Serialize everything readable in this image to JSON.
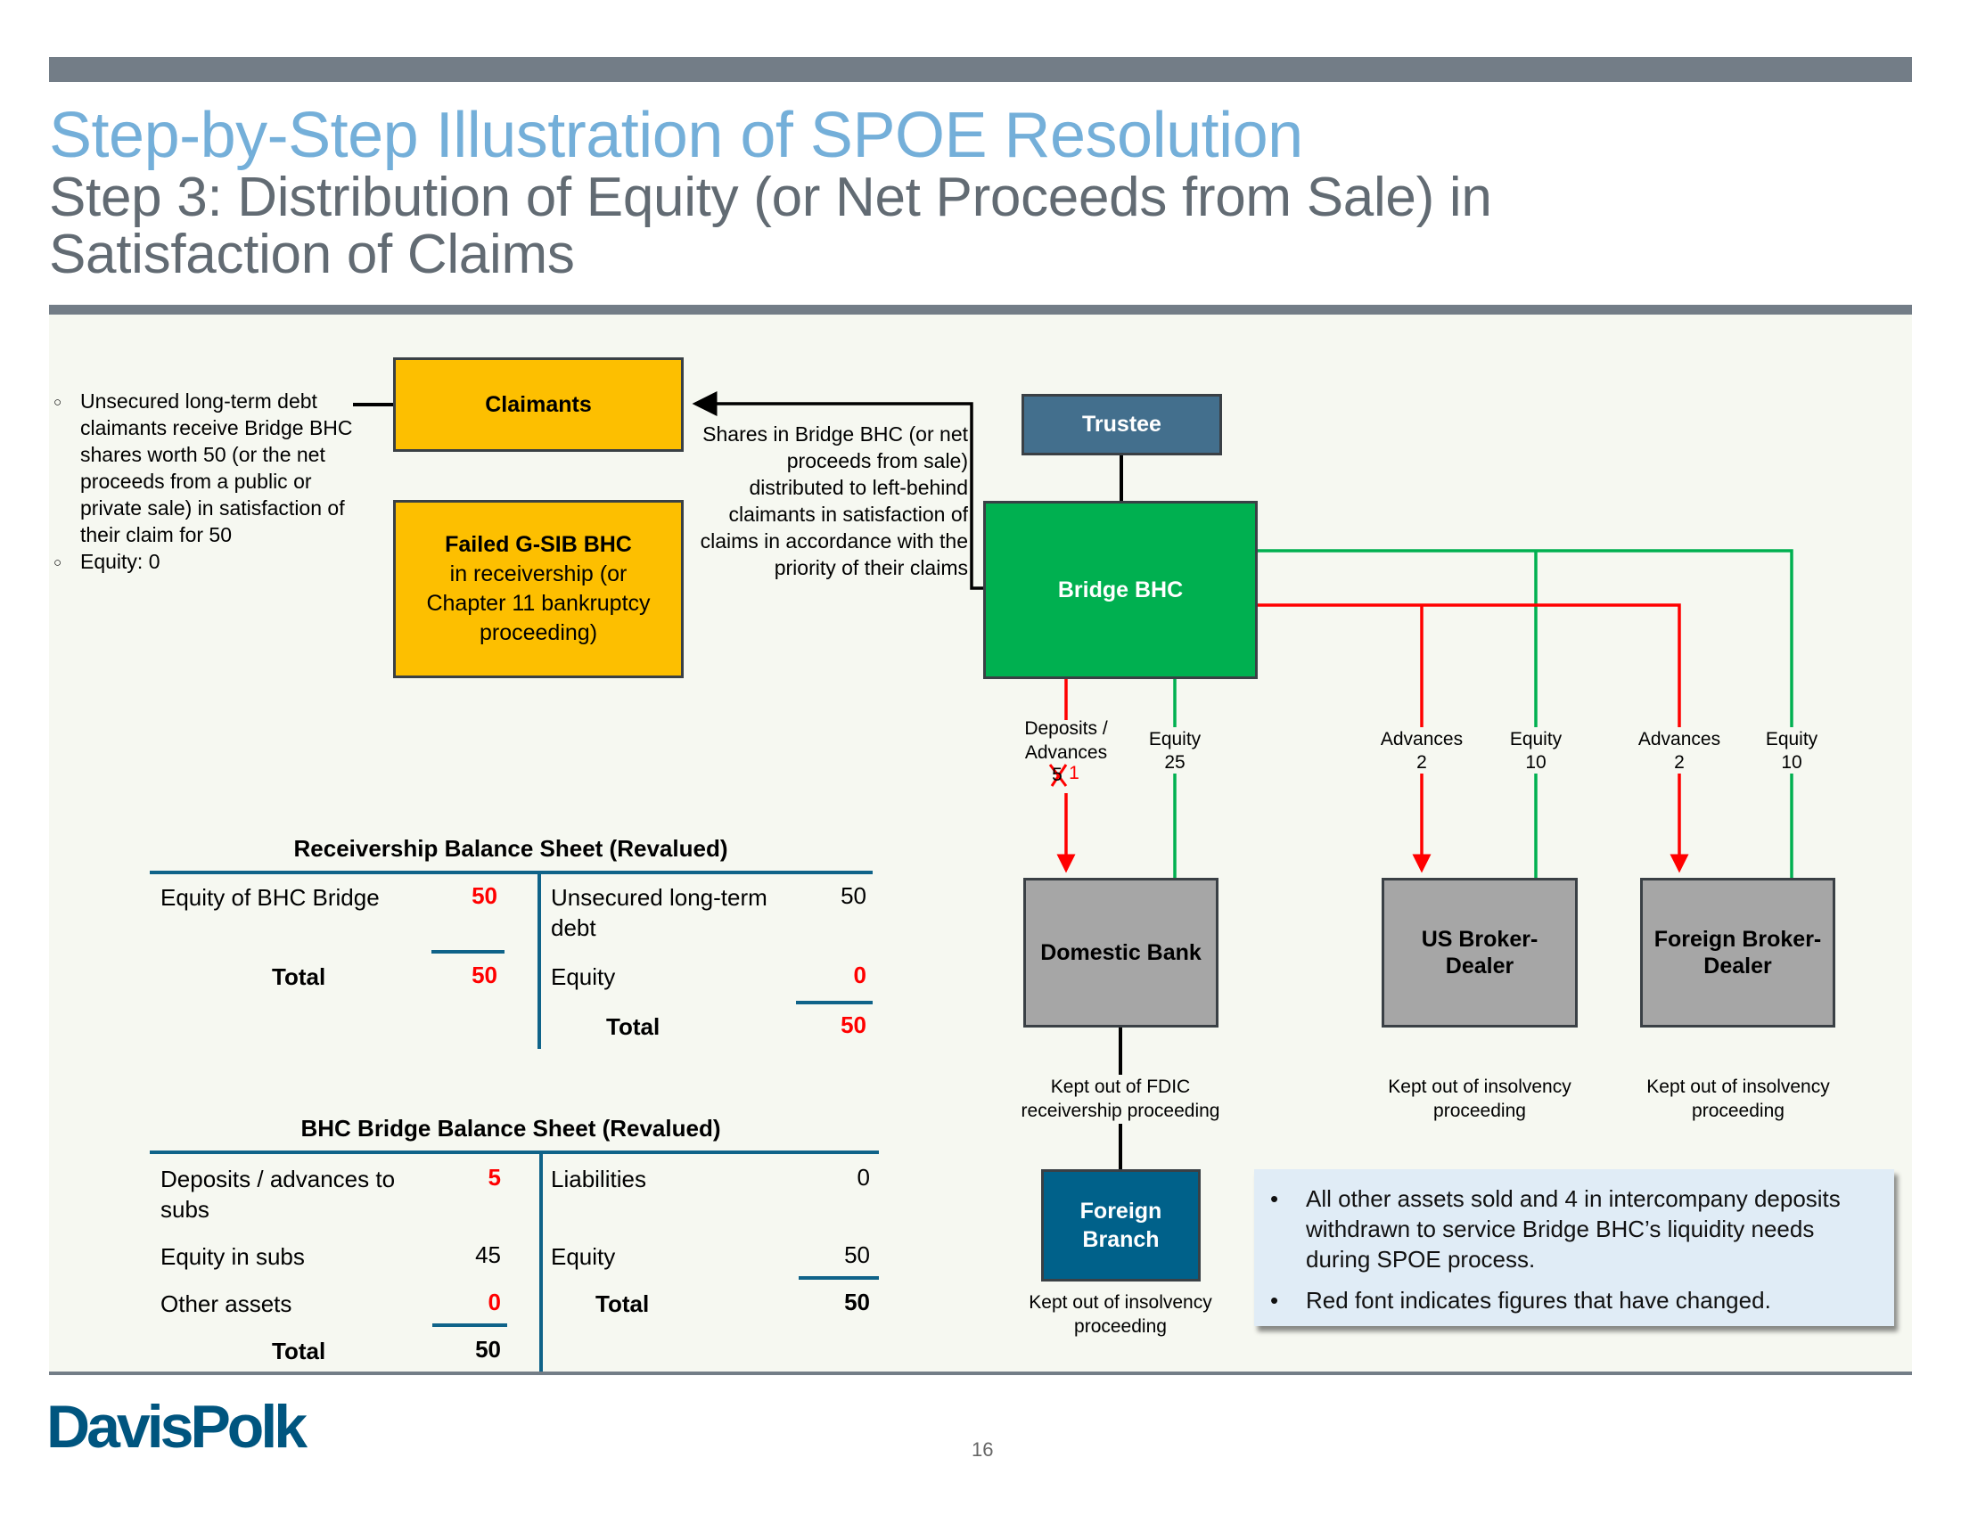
{
  "header": {
    "title": "Step-by-Step Illustration of SPOE Resolution",
    "subtitle": "Step 3: Distribution of Equity (or Net Proceeds from Sale) in Satisfaction of Claims"
  },
  "left_notes": [
    "Unsecured long-term debt claimants receive Bridge BHC shares worth 50 (or the net proceeds from a public or private sale) in satisfaction of their claim for 50",
    "Equity: 0"
  ],
  "boxes": {
    "claimants": "Claimants",
    "failed_gsib_title": "Failed G-SIB BHC",
    "failed_gsib_sub": "in receivership (or Chapter 11 bankruptcy proceeding)",
    "trustee": "Trustee",
    "bridge_bhc": "Bridge BHC",
    "domestic_bank": "Domestic Bank",
    "us_broker_dealer": "US Broker-Dealer",
    "foreign_broker_dealer": "Foreign Broker-Dealer",
    "foreign_branch": "Foreign Branch"
  },
  "arrow_caption": "Shares in Bridge BHC (or net proceeds from sale) distributed to left-behind claimants in satisfaction of claims in accordance with the priority of their claims",
  "flows": {
    "domestic_deposits_label": "Deposits / Advances",
    "domestic_deposits_old": "5",
    "domestic_deposits_new": "1",
    "domestic_equity_label": "Equity",
    "domestic_equity_value": "25",
    "us_advances_label": "Advances",
    "us_advances_value": "2",
    "us_equity_label": "Equity",
    "us_equity_value": "10",
    "foreign_advances_label": "Advances",
    "foreign_advances_value": "2",
    "foreign_equity_label": "Equity",
    "foreign_equity_value": "10"
  },
  "captions": {
    "domestic": "Kept out of FDIC receivership proceeding",
    "us_bd": "Kept out of insolvency proceeding",
    "foreign_bd": "Kept out of insolvency proceeding",
    "foreign_branch": "Kept out of insolvency proceeding"
  },
  "colors": {
    "advances": "#ff0000",
    "equity": "#00b050",
    "changed_figure": "#ff0000"
  },
  "receivership_bs": {
    "title": "Receivership Balance Sheet (Revalued)",
    "assets": [
      {
        "label": "Equity of BHC Bridge",
        "value": "50",
        "changed": true
      }
    ],
    "assets_total": {
      "label": "Total",
      "value": "50",
      "changed": true
    },
    "liabilities": [
      {
        "label": "Unsecured long-term debt",
        "value": "50",
        "changed": false
      },
      {
        "label": "Equity",
        "value": "0",
        "changed": true
      }
    ],
    "liabilities_total": {
      "label": "Total",
      "value": "50",
      "changed": true
    }
  },
  "bridge_bs": {
    "title": "BHC Bridge Balance Sheet (Revalued)",
    "assets": [
      {
        "label": "Deposits / advances to subs",
        "value": "5",
        "changed": true
      },
      {
        "label": "Equity in subs",
        "value": "45",
        "changed": false
      },
      {
        "label": "Other assets",
        "value": "0",
        "changed": true
      }
    ],
    "assets_total": {
      "label": "Total",
      "value": "50"
    },
    "liabilities": [
      {
        "label": "Liabilities",
        "value": "0"
      },
      {
        "label": "Equity",
        "value": "50"
      }
    ],
    "liabilities_total": {
      "label": "Total",
      "value": "50"
    }
  },
  "note_box": [
    "All other assets sold and 4 in intercompany deposits withdrawn to service Bridge BHC’s liquidity needs during SPOE process.",
    "Red font indicates figures that have changed."
  ],
  "footer": {
    "logo": "DavisPolk",
    "page_number": "16"
  }
}
